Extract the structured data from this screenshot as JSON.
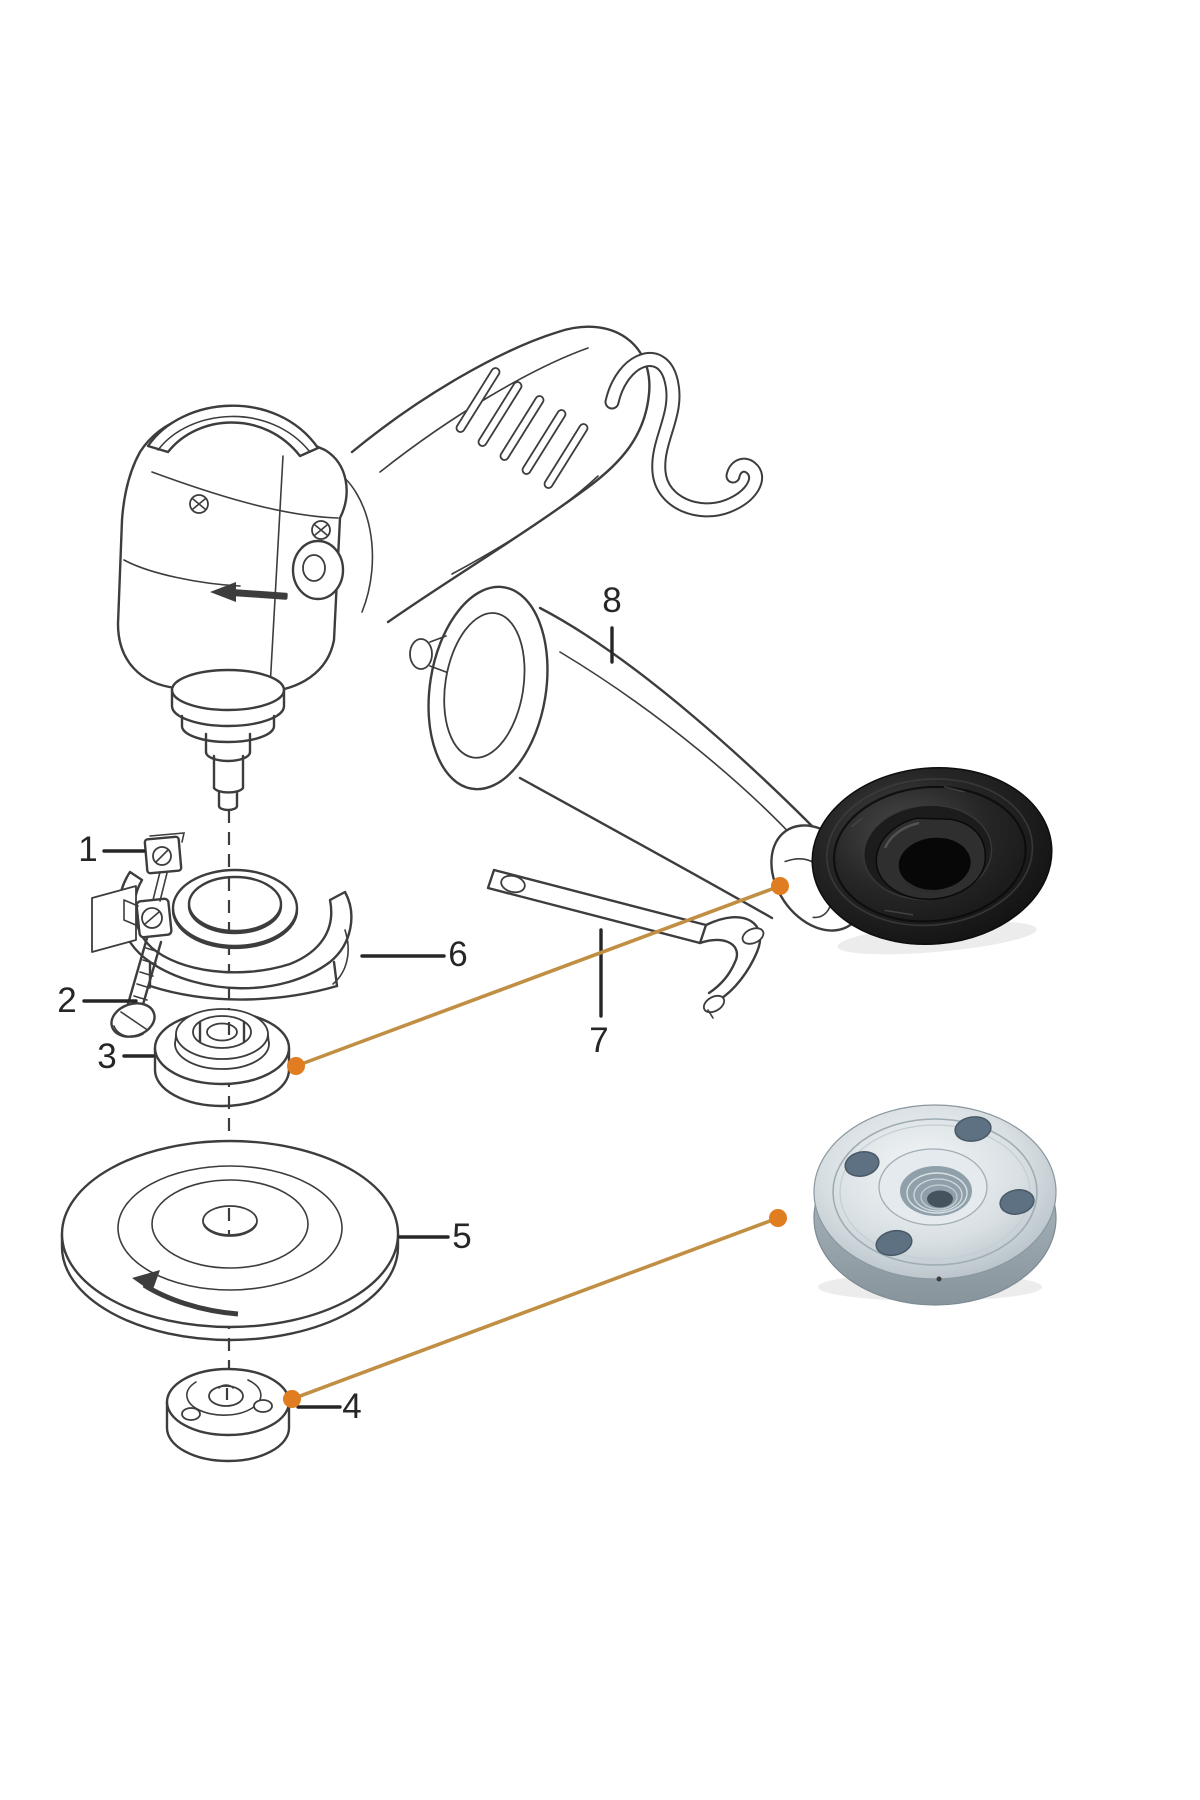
{
  "diagram": {
    "name": "angle-grinder-exploded-parts-diagram",
    "callouts": [
      {
        "label": "1",
        "part": "guard-clamp-nut"
      },
      {
        "label": "2",
        "part": "guard-clamp-screw"
      },
      {
        "label": "3",
        "part": "inner-flange"
      },
      {
        "label": "4",
        "part": "outer-flange-lock-nut"
      },
      {
        "label": "5",
        "part": "grinding-wheel-disc"
      },
      {
        "label": "6",
        "part": "wheel-guard"
      },
      {
        "label": "7",
        "part": "pin-spanner-wrench"
      },
      {
        "label": "8",
        "part": "side-handle"
      }
    ]
  },
  "photos": [
    {
      "name": "black-inner-flange-photo",
      "links_to_callout": "3"
    },
    {
      "name": "zinc-lock-nut-photo",
      "links_to_callout": "4"
    }
  ],
  "colors": {
    "background": "#ffffff",
    "ink": "#3d3d3d",
    "label_text": "#262626",
    "connector_line": "#c18f44",
    "connector_dot": "#e07d20",
    "black_flange": "#1f1f1f",
    "zinc_nut": "#c9d3d9"
  }
}
